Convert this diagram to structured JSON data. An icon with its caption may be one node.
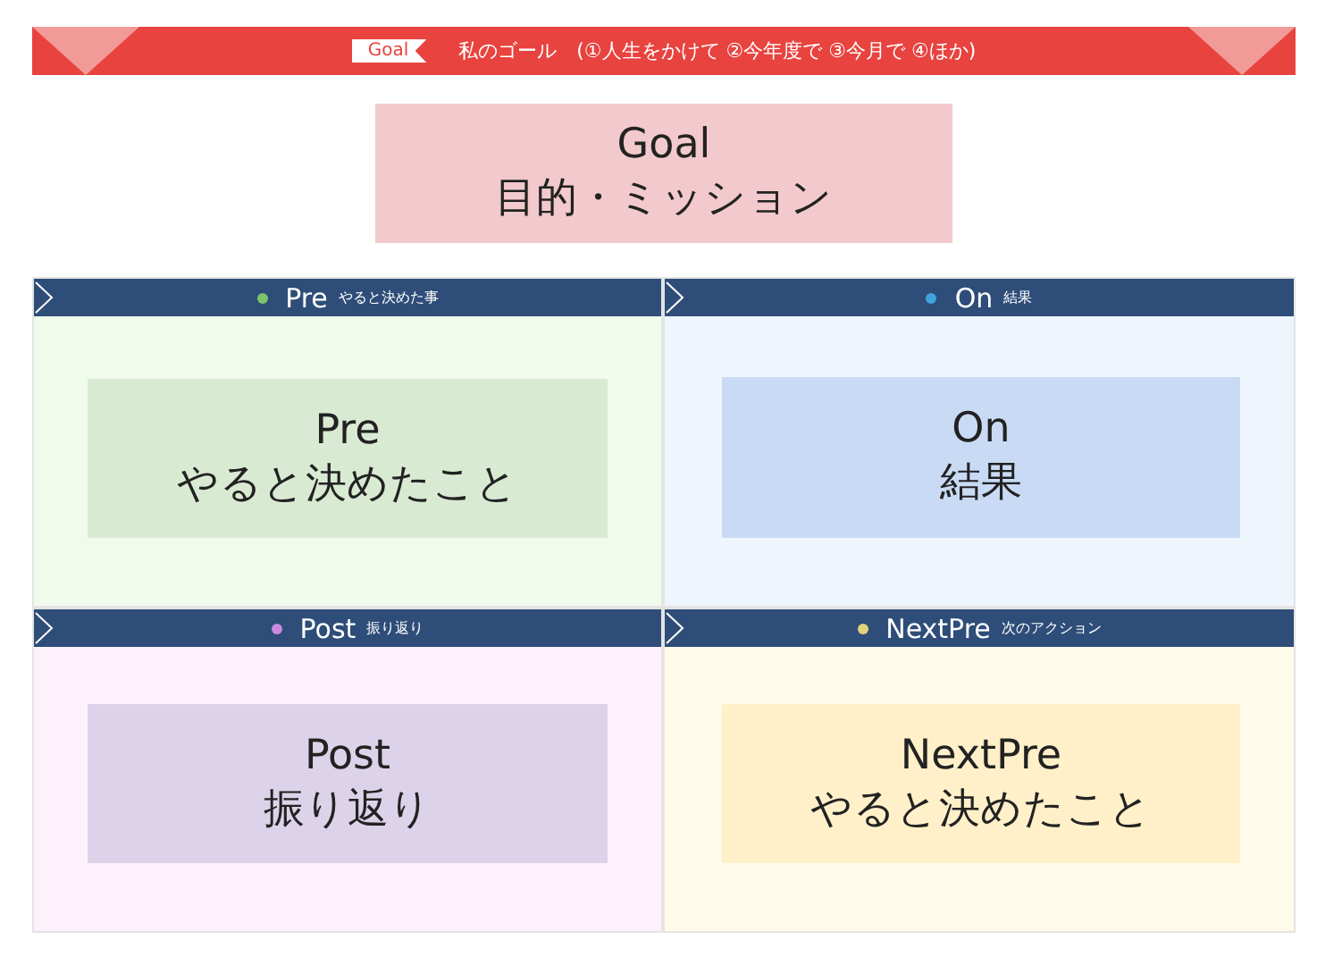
{
  "diagram": {
    "nodes": [
      {
        "text": [
          "Goal",
          "私のゴール　(①人生をかけて ②今年度で ③今月で ④ほか)"
        ]
      },
      {
        "text": [
          "Goal",
          "目的・ミッション"
        ],
        "in": 0
      },
      {
        "text": [
          "Pre",
          "やると決めた事"
        ]
      },
      {
        "text": [
          "Pre",
          "やると決めたこと"
        ],
        "in": 2
      },
      {
        "text": [
          "On",
          "結果"
        ]
      },
      {
        "text": [
          "On",
          "結果"
        ],
        "in": 4
      },
      {
        "text": [
          "Post",
          "振り返り"
        ]
      },
      {
        "text": [
          "Post",
          "振り返り"
        ],
        "in": 6
      },
      {
        "text": [
          "NextPre",
          "次のアクション"
        ]
      },
      {
        "text": [
          "NextPre",
          "やると決めたこと"
        ],
        "in": 8
      }
    ],
    "edges": []
  }
}
